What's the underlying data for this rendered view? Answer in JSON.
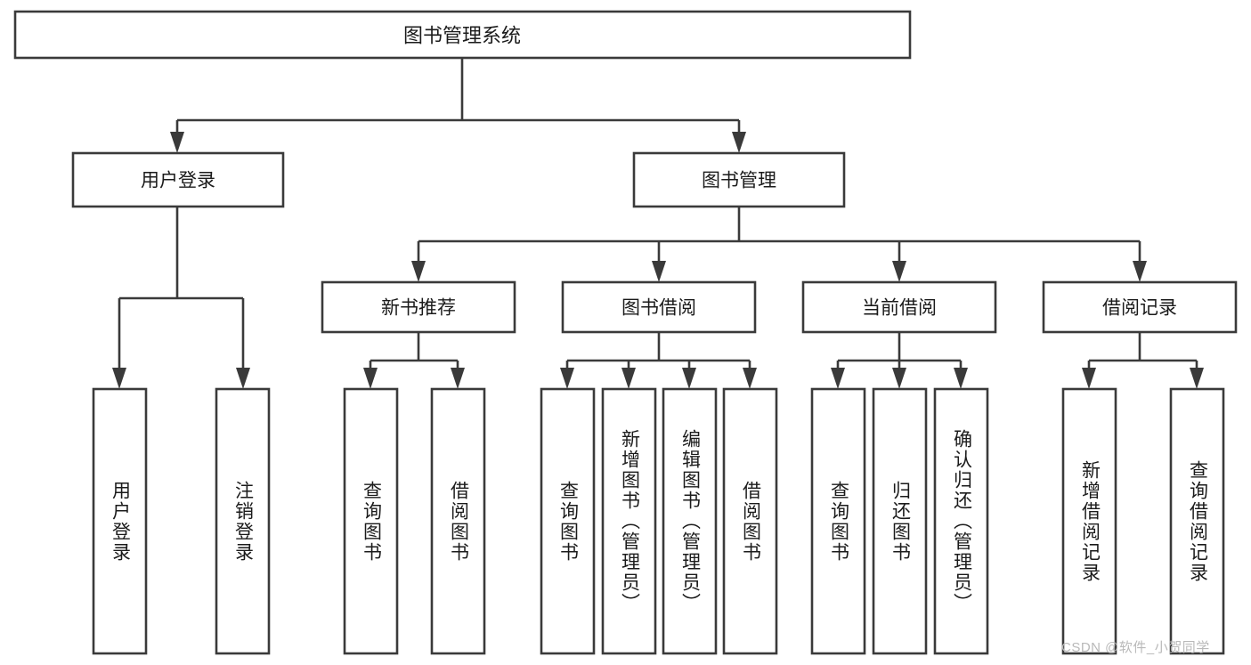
{
  "diagram": {
    "type": "tree-hierarchy-flowchart",
    "title": "图书管理系统",
    "orientation": "top-down",
    "box_fill": "#ffffff",
    "box_stroke": "#3a3a3a",
    "connector_color": "#3a3a3a",
    "background": "#ffffff",
    "levels": [
      {
        "level": 1,
        "nodes": [
          {
            "id": "root",
            "label": "图书管理系统",
            "orientation": "horizontal"
          }
        ]
      },
      {
        "level": 2,
        "nodes": [
          {
            "id": "login",
            "label": "用户登录",
            "orientation": "horizontal",
            "parent": "root"
          },
          {
            "id": "bookmgmt",
            "label": "图书管理",
            "orientation": "horizontal",
            "parent": "root"
          }
        ]
      },
      {
        "level": 3,
        "nodes": [
          {
            "id": "newbook",
            "label": "新书推荐",
            "orientation": "horizontal",
            "parent": "bookmgmt"
          },
          {
            "id": "borrow",
            "label": "图书借阅",
            "orientation": "horizontal",
            "parent": "bookmgmt"
          },
          {
            "id": "current",
            "label": "当前借阅",
            "orientation": "horizontal",
            "parent": "bookmgmt"
          },
          {
            "id": "records",
            "label": "借阅记录",
            "orientation": "horizontal",
            "parent": "bookmgmt"
          }
        ]
      },
      {
        "level": 4,
        "nodes": [
          {
            "id": "leaf-1",
            "label": "用户登录",
            "orientation": "vertical",
            "parent": "login"
          },
          {
            "id": "leaf-2",
            "label": "注销登录",
            "orientation": "vertical",
            "parent": "login"
          },
          {
            "id": "leaf-3",
            "label": "查询图书",
            "orientation": "vertical",
            "parent": "newbook"
          },
          {
            "id": "leaf-4",
            "label": "借阅图书",
            "orientation": "vertical",
            "parent": "newbook"
          },
          {
            "id": "leaf-5",
            "label": "查询图书",
            "orientation": "vertical",
            "parent": "borrow"
          },
          {
            "id": "leaf-6",
            "label": "新增图书（管理员）",
            "orientation": "vertical",
            "parent": "borrow"
          },
          {
            "id": "leaf-7",
            "label": "编辑图书（管理员）",
            "orientation": "vertical",
            "parent": "borrow"
          },
          {
            "id": "leaf-8",
            "label": "借阅图书",
            "orientation": "vertical",
            "parent": "borrow"
          },
          {
            "id": "leaf-9",
            "label": "查询图书",
            "orientation": "vertical",
            "parent": "current"
          },
          {
            "id": "leaf-10",
            "label": "归还图书",
            "orientation": "vertical",
            "parent": "current"
          },
          {
            "id": "leaf-11",
            "label": "确认归还（管理员）",
            "orientation": "vertical",
            "parent": "current"
          },
          {
            "id": "leaf-12",
            "label": "新增借阅记录",
            "orientation": "vertical",
            "parent": "records"
          },
          {
            "id": "leaf-13",
            "label": "查询借阅记录",
            "orientation": "vertical",
            "parent": "records"
          }
        ]
      }
    ]
  },
  "watermark": {
    "text": "CSDN @软件_小贺同学"
  }
}
